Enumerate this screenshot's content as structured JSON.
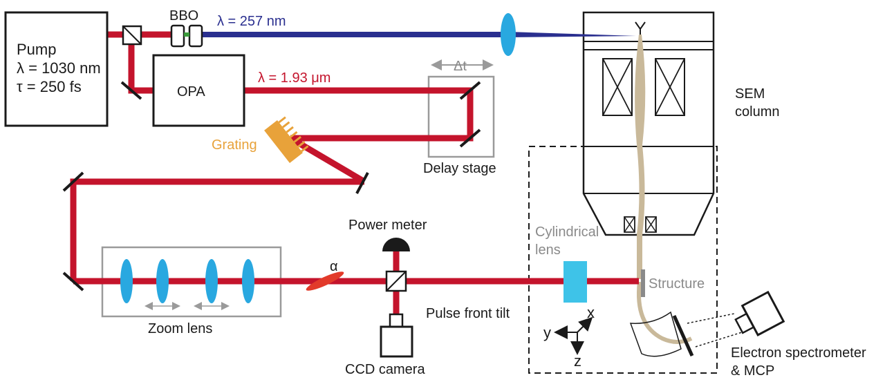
{
  "labels": {
    "pump_title": "Pump",
    "pump_lambda": "λ = 1030 nm",
    "pump_tau": "τ = 250 fs",
    "bbo": "BBO",
    "uv_wavelength": "λ = 257 nm",
    "opa": "OPA",
    "ir_wavelength": "λ = 1.93 μm",
    "delta_t": "Δt",
    "delay_stage": "Delay stage",
    "grating": "Grating",
    "sem_line1": "SEM",
    "sem_line2": "column",
    "power_meter": "Power meter",
    "cylindrical_line1": "Cylindrical",
    "cylindrical_line2": "lens",
    "structure": "Structure",
    "alpha": "α",
    "pulse_front_tilt": "Pulse front tilt",
    "zoom_lens": "Zoom lens",
    "ccd_camera": "CCD camera",
    "axis_x": "x",
    "axis_y": "y",
    "axis_z": "z",
    "spectrometer_line1": "Electron spectrometer",
    "spectrometer_line2": "& MCP"
  },
  "colors": {
    "ir_beam": "#c4142c",
    "uv_beam": "#2a2f8f",
    "lens": "#29a8e0",
    "grating": "#e8a23a",
    "electron_beam": "#c9b99a",
    "enclosure": "#9a9a9a",
    "outline": "#1a1a1a"
  }
}
